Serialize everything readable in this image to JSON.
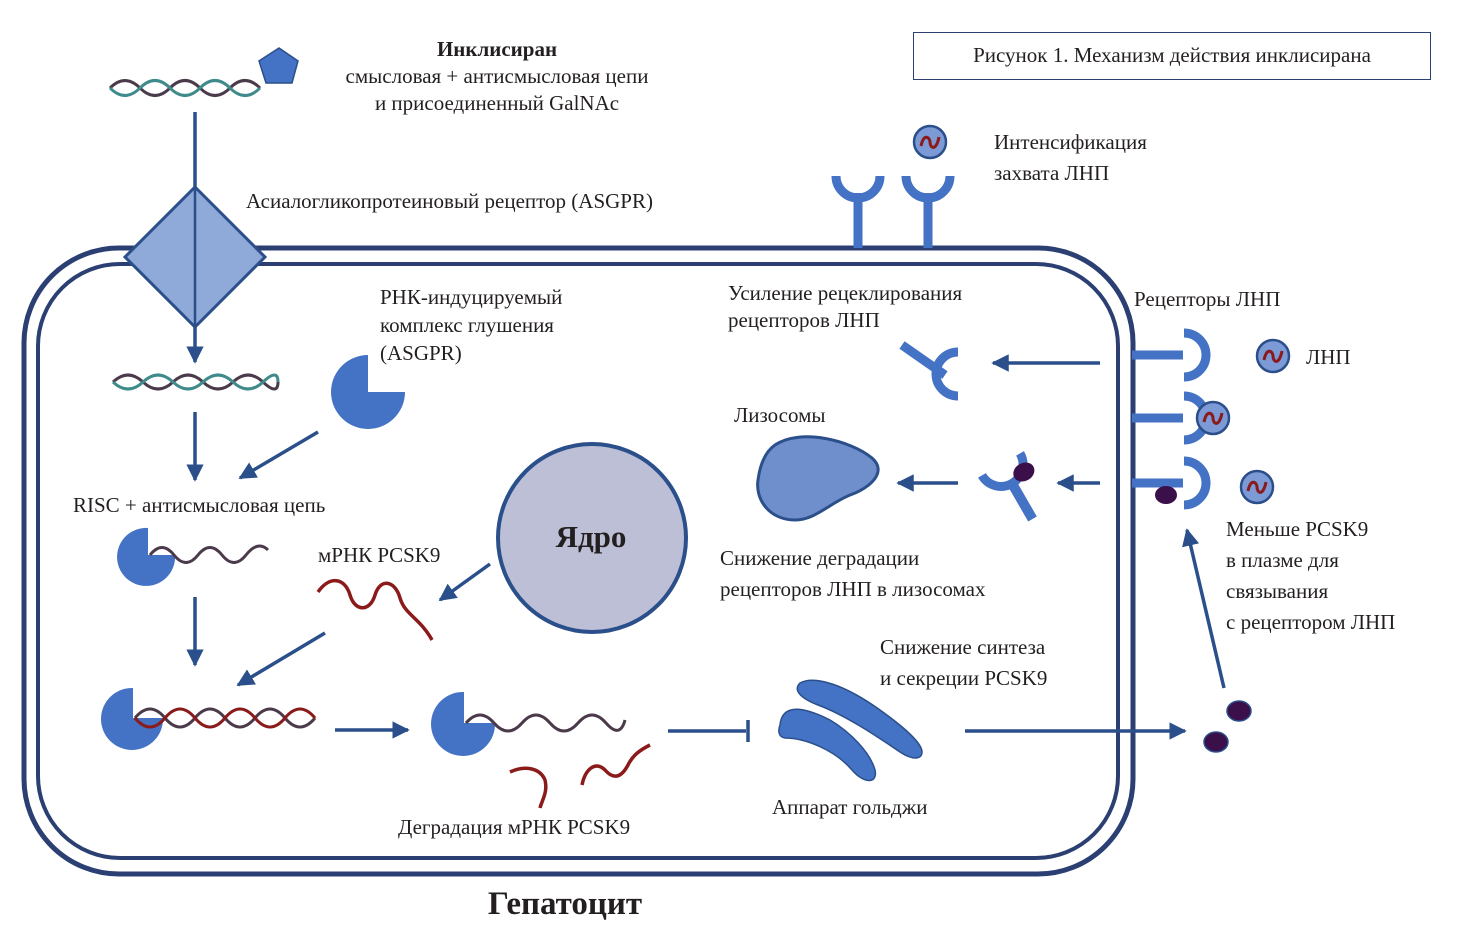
{
  "figure": {
    "caption": "Рисунок 1. Механизм действия инклисирана",
    "cell_title": "Гепатоцит",
    "nucleus_label": "Ядро"
  },
  "labels": {
    "inclisiran_title": "Инклисиран",
    "inclisiran_line2": "смысловая + антисмысловая цепи",
    "inclisiran_line3": "и присоединенный GalNAc",
    "asgpr": "Асиалогликопротеиновый рецептор (ASGPR)",
    "risc_line1": "РНК-индуцируемый",
    "risc_line2": "комплекс глушения",
    "risc_line3": "(ASGPR)",
    "risc_antisense": "RISC + антисмысловая цепь",
    "mrna": "мРНК PCSK9",
    "mrna_degradation": "Деградация мРНК PCSK9",
    "golgi": "Аппарат гольджи",
    "synthesis_line1": "Снижение синтеза",
    "synthesis_line2": "и секреции PCSK9",
    "lysosomes": "Лизосомы",
    "lysosome_deg_line1": "Снижение деградации",
    "lysosome_deg_line2": "рецепторов ЛНП в лизосомах",
    "recycling_line1": "Усиление рецеклирования",
    "recycling_line2": "рецепторов ЛНП",
    "ldl_receptors": "Рецепторы ЛНП",
    "ldl": "ЛНП",
    "uptake_line1": "Интенсификация",
    "uptake_line2": "захвата ЛНП",
    "less_pcsk9_line1": "Меньше PCSK9",
    "less_pcsk9_line2": "в плазме для",
    "less_pcsk9_line3": "связывания",
    "less_pcsk9_line4": "с рецептором ЛНП"
  },
  "colors": {
    "membrane": "#2b3f73",
    "arrow": "#2b4f8a",
    "receptor": "#4472c4",
    "receptor_light": "#8fa9d9",
    "nucleus": "#bcbfd6",
    "mrna_red": "#8b1a1a",
    "strand_dark": "#4a3a4a",
    "strand_teal": "#3f8a8a",
    "pcsk9": "#3b0f4a"
  },
  "icons": {
    "galnac": "pentagon-icon",
    "asgpr": "diamond-receptor-icon",
    "risc": "pacman-icon",
    "ldl": "ldl-particle-icon",
    "pcsk9": "pcsk9-oval-icon"
  }
}
